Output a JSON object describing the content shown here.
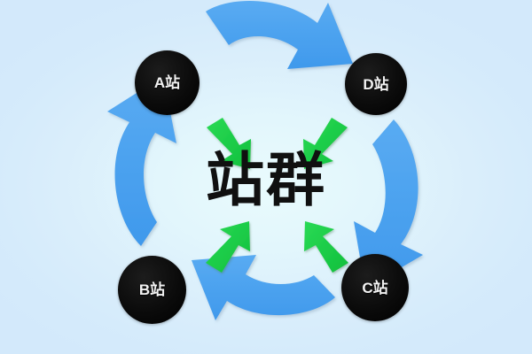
{
  "diagram": {
    "title": "站群",
    "background": {
      "center_color": "#e9fbfd",
      "edge_color": "#d3e9fb"
    },
    "nodes": [
      {
        "id": "a",
        "label": "A站",
        "position": "top-left",
        "color": "#000000"
      },
      {
        "id": "d",
        "label": "D站",
        "position": "top-right",
        "color": "#000000"
      },
      {
        "id": "b",
        "label": "B站",
        "position": "bottom-left",
        "color": "#000000"
      },
      {
        "id": "c",
        "label": "C站",
        "position": "bottom-right",
        "color": "#000000"
      }
    ],
    "cycle_arrows": {
      "color": "#4da3ef",
      "direction": "clockwise",
      "items": [
        {
          "id": "top",
          "from": "A站",
          "to": "D站",
          "points": "right"
        },
        {
          "id": "right",
          "from": "D站",
          "to": "C站",
          "points": "down"
        },
        {
          "id": "bottom",
          "from": "C站",
          "to": "B站",
          "points": "left"
        },
        {
          "id": "left",
          "from": "B站",
          "to": "A站",
          "points": "up"
        }
      ]
    },
    "inward_arrows": {
      "color": "#1fce4a",
      "items": [
        {
          "id": "top-left",
          "from": "A站",
          "to": "站群",
          "points": "down-right"
        },
        {
          "id": "top-right",
          "from": "D站",
          "to": "站群",
          "points": "down-left"
        },
        {
          "id": "bottom-left",
          "from": "B站",
          "to": "站群",
          "points": "up-right"
        },
        {
          "id": "bottom-right",
          "from": "C站",
          "to": "站群",
          "points": "up-left"
        }
      ]
    }
  }
}
